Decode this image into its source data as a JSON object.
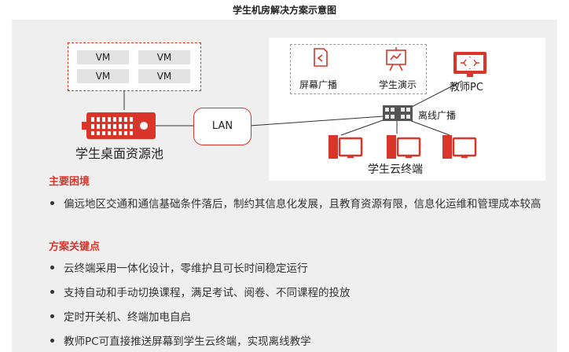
{
  "title": "学生机房解决方案示意图",
  "diagram": {
    "vm_labels": [
      "VM",
      "VM",
      "VM",
      "VM"
    ],
    "pool_label": "学生桌面资源池",
    "lan_label": "LAN",
    "screen_broadcast_label": "屏幕广播",
    "student_demo_label": "学生演示",
    "teacher_pc_label": "教师PC",
    "offline_broadcast_label": "离线广播",
    "student_cloud_terminal_label": "学生云终端",
    "accent_color": "#d9352b"
  },
  "sections": [
    {
      "heading": "主要困境",
      "bullets": [
        "偏远地区交通和通信基础条件落后，制约其信息化发展，且教育资源有限，信息化运维和管理成本较高"
      ]
    },
    {
      "heading": "方案关键点",
      "bullets": [
        "云终端采用一体化设计，零维护且可长时间稳定运行",
        "支持自动和手动切换课程，满足考试、阅卷、不同课程的投放",
        "定时开关机、终端加电自启",
        "教师PC可直接推送屏幕到学生云终端，实现离线教学"
      ]
    }
  ]
}
